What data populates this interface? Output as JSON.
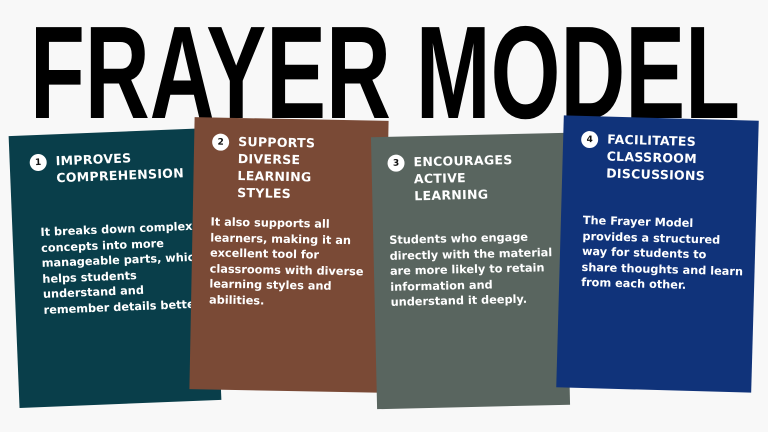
{
  "title": "FRAYER MODEL",
  "colors": {
    "background": "#f8f8f8",
    "card1": "#093e4a",
    "card2": "#7a4a36",
    "card3": "#59655f",
    "card4": "#10337a"
  },
  "cards": [
    {
      "number": "1",
      "heading": "IMPROVES COMPREHENSION",
      "body": "It breaks down complex concepts into more manageable parts, which helps students understand and remember details better."
    },
    {
      "number": "2",
      "heading": "SUPPORTS DIVERSE LEARNING STYLES",
      "body": "It also supports all learners, making it an excellent tool for classrooms with diverse learning styles and abilities."
    },
    {
      "number": "3",
      "heading": "ENCOURAGES ACTIVE LEARNING",
      "body": "Students who engage directly with the material are more likely to retain information and understand it deeply."
    },
    {
      "number": "4",
      "heading": "FACILITATES CLASSROOM DISCUSSIONS",
      "body": "The Frayer Model provides a structured way for students to share thoughts and learn from each other."
    }
  ]
}
